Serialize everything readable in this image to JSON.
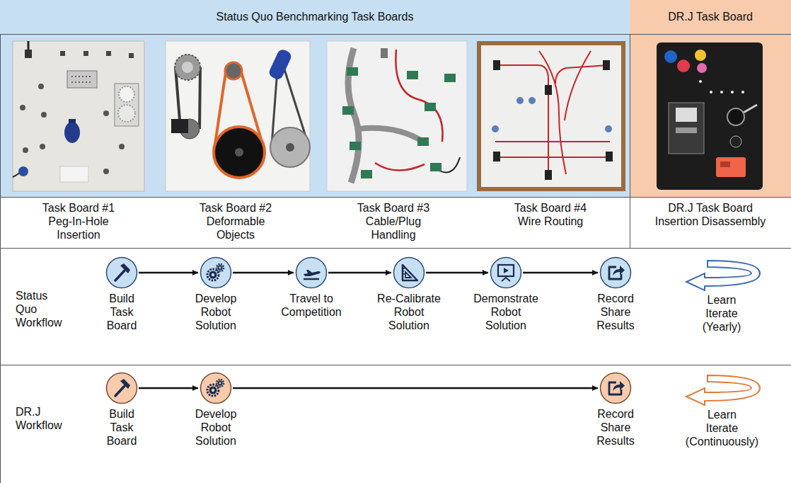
{
  "diagram": {
    "nodes": [
      {
        "text": [
          "Status Quo Benchmarking Task Boards"
        ]
      },
      {
        "text": [
          "DR.J Task Board"
        ]
      },
      {
        "text": [
          "Build Task Board"
        ]
      },
      {
        "text": [
          "Develop Robot Solution"
        ]
      },
      {
        "text": [
          "Travel to Competition"
        ]
      },
      {
        "text": [
          "Re-Calibrate Robot Solution"
        ]
      },
      {
        "text": [
          "Demonstrate Robot Solution"
        ]
      },
      {
        "text": [
          "Record Share Results"
        ]
      },
      {
        "text": [
          "Build Task Board"
        ]
      },
      {
        "text": [
          "Develop Robot Solution"
        ]
      },
      {
        "text": [
          "Record Share Results"
        ]
      }
    ],
    "edges": [
      {
        "from": 2,
        "to": 3,
        "arrow": "to"
      },
      {
        "from": 3,
        "to": 4,
        "arrow": "to"
      },
      {
        "from": 4,
        "to": 5,
        "arrow": "to"
      },
      {
        "from": 5,
        "to": 6,
        "arrow": "to"
      },
      {
        "from": 6,
        "to": 7,
        "arrow": "to"
      },
      {
        "from": 8,
        "to": 9,
        "arrow": "to"
      },
      {
        "from": 9,
        "to": 10,
        "arrow": "to"
      }
    ],
    "labels": [
      "Task Board #1 Peg-In-Hole Insertion",
      "Task Board #2 Deformable Objects",
      "Task Board #3 Cable/Plug Handling",
      "Task Board #4 Wire Routing",
      "DR.J Task Board Insertion Disassembly",
      "Status Quo Workflow",
      "Learn Iterate (Yearly)",
      "DR.J Workflow",
      "Learn Iterate (Continuously)"
    ]
  }
}
